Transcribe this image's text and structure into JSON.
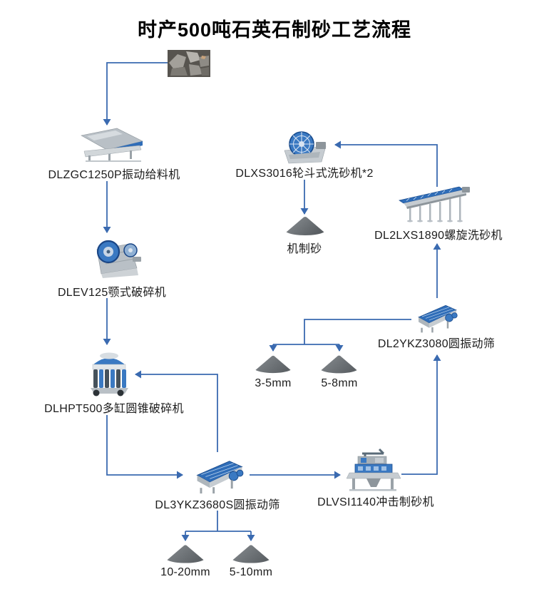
{
  "title": "时产500吨石英石制砂工艺流程",
  "colors": {
    "arrow_blue": "#3a6ab0",
    "machine_blue": "#3a79c2",
    "machine_dark_blue": "#1d4e8f",
    "pile_gray": "#6e7376",
    "text": "#1c1c1c",
    "background": "#ffffff"
  },
  "nodes": {
    "feeder": {
      "label": "DLZGC1250P振动给料机"
    },
    "jaw_crusher": {
      "label": "DLEV125颚式破碎机"
    },
    "cone_crusher": {
      "label": "DLHPT500多缸圆锥破碎机"
    },
    "screen_3ykz": {
      "label": "DL3YKZ3680S圆振动筛"
    },
    "pile_10_20mm": {
      "label": "10-20mm"
    },
    "pile_5_10mm": {
      "label": "5-10mm"
    },
    "vsi_sand_maker": {
      "label": "DLVSI1140冲击制砂机"
    },
    "screen_2ykz": {
      "label": "DL2YKZ3080圆振动筛"
    },
    "pile_3_5mm": {
      "label": "3-5mm"
    },
    "pile_5_8mm": {
      "label": "5-8mm"
    },
    "spiral_washer": {
      "label": "DL2LXS1890螺旋洗砂机"
    },
    "wheel_washer": {
      "label": "DLXS3016轮斗式洗砂机*2"
    },
    "product_sand": {
      "label": "机制砂"
    }
  },
  "diagram": {
    "type": "flowchart",
    "flow": [
      {
        "from": "raw_material",
        "to": "feeder"
      },
      {
        "from": "feeder",
        "to": "jaw_crusher"
      },
      {
        "from": "jaw_crusher",
        "to": "cone_crusher"
      },
      {
        "from": "cone_crusher",
        "to": "screen_3ykz"
      },
      {
        "from": "screen_3ykz",
        "to": "cone_crusher",
        "note": "oversize return"
      },
      {
        "from": "screen_3ykz",
        "to": "pile_10_20mm"
      },
      {
        "from": "screen_3ykz",
        "to": "pile_5_10mm"
      },
      {
        "from": "screen_3ykz",
        "to": "vsi_sand_maker"
      },
      {
        "from": "vsi_sand_maker",
        "to": "screen_2ykz"
      },
      {
        "from": "screen_2ykz",
        "to": "pile_3_5mm"
      },
      {
        "from": "screen_2ykz",
        "to": "pile_5_8mm"
      },
      {
        "from": "screen_2ykz",
        "to": "spiral_washer"
      },
      {
        "from": "spiral_washer",
        "to": "wheel_washer"
      },
      {
        "from": "wheel_washer",
        "to": "product_sand"
      }
    ]
  }
}
